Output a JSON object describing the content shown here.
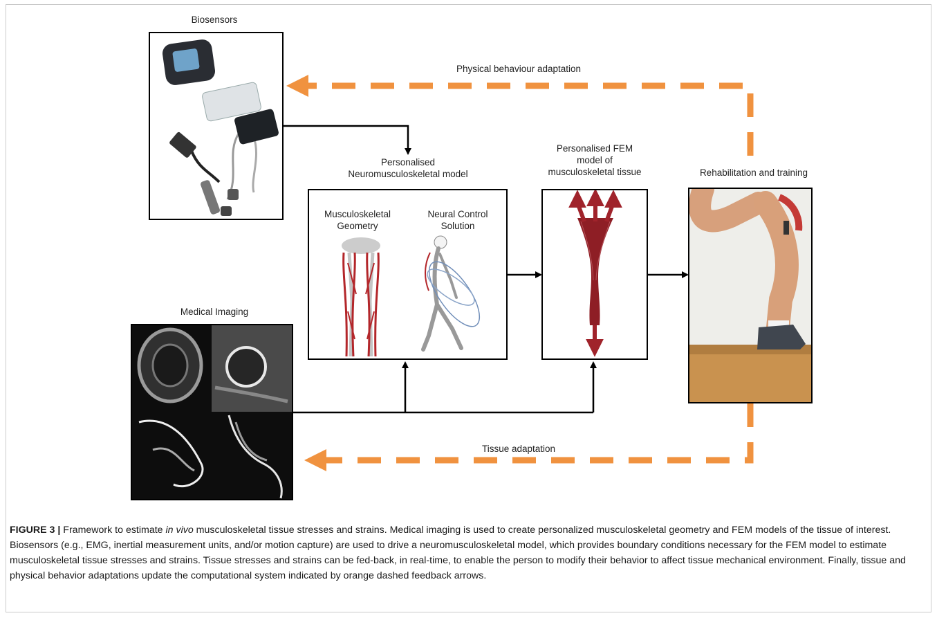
{
  "labels": {
    "biosensors": "Biosensors",
    "physical_adaptation": "Physical behaviour adaptation",
    "nms_model": "Personalised\nNeuromusculoskeletal model",
    "msk_geometry": "Musculoskeletal\nGeometry",
    "neural_control": "Neural Control\nSolution",
    "fem_model": "Personalised FEM\nmodel of\nmusculoskeletal tissue",
    "rehab": "Rehabilitation and training",
    "medical_imaging": "Medical Imaging",
    "tissue_adaptation": "Tissue adaptation"
  },
  "colors": {
    "feedback_arrow": "#f0923f",
    "flow_arrow": "#000000",
    "tissue_model": "#8e1e25",
    "muscle": "#b3262a"
  },
  "caption": {
    "figure_label": "FIGURE 3 |",
    "text_before_italic": " Framework to estimate ",
    "italic": "in vivo",
    "text_after_italic": " musculoskeletal tissue stresses and strains. Medical imaging is used to create personalized musculoskeletal geometry and FEM models of the tissue of interest. Biosensors (e.g., EMG, inertial measurement units, and/or motion capture) are used to drive a neuromusculoskeletal model, which provides boundary conditions necessary for the FEM model to estimate musculoskeletal tissue stresses and strains. Tissue stresses and strains can be fed-back, in real-time, to enable the person to modify their behavior to affect tissue mechanical environment. Finally, tissue and physical behavior adaptations update the computational system indicated by orange dashed feedback arrows."
  }
}
